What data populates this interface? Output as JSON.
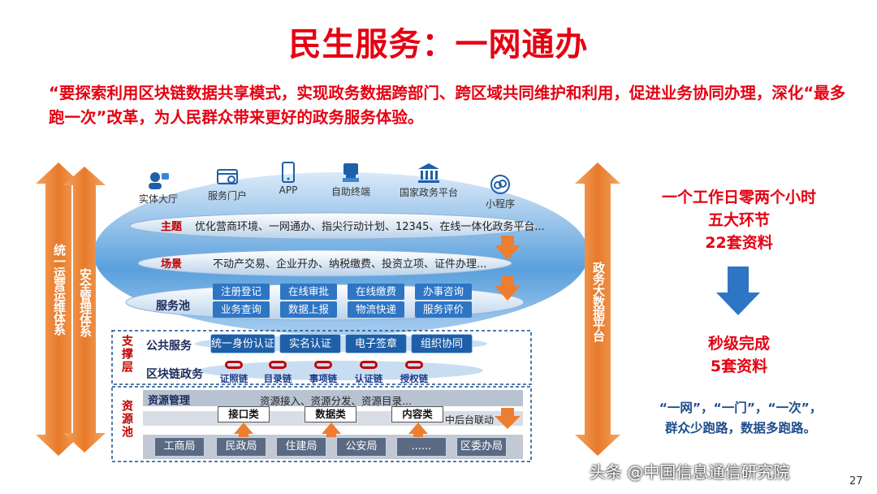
{
  "title": "民生服务：一网通办",
  "quote": "“要探索利用区块链数据共享模式，实现政务数据跨部门、跨区域共同维护和利用，促进业务协同办理，深化“最多跑一次”改革，为人民群众带来更好的政务服务体验。",
  "left_arrows": {
    "ops": "统一运营运维体系",
    "security": "安全管理体系"
  },
  "right_arrow": "政务大数据平台",
  "channels": [
    "实体大厅",
    "服务门户",
    "APP",
    "自助终端",
    "国家政务平台",
    "小程序"
  ],
  "layers": {
    "theme": {
      "label": "主题",
      "text": "优化营商环境、一网通办、指尖行动计划、12345、在线一体化政务平台..."
    },
    "scene": {
      "label": "场景",
      "text": "不动产交易、企业开办、纳税缴费、投资立项、证件办理..."
    },
    "service_pool": {
      "label": "服务池",
      "items": [
        "注册登记",
        "在线审批",
        "在线缴费",
        "办事咨询",
        "业务查询",
        "数据上报",
        "物流快递",
        "服务评价"
      ]
    }
  },
  "support": {
    "label": "支撑层",
    "public": {
      "label": "公共服务",
      "items": [
        "统一身份认证",
        "实名认证",
        "电子签章",
        "组织协同"
      ]
    },
    "blockchain": {
      "label": "区块链政务",
      "items": [
        "证照链",
        "目录链",
        "事项链",
        "认证链",
        "授权链"
      ]
    }
  },
  "resource": {
    "label": "资源池",
    "mgmt_label": "资源管理",
    "mgmt_text": "资源接入、资源分发、资源目录...",
    "types": [
      "接口类",
      "数据类",
      "内容类"
    ],
    "linkage": "中后台联动",
    "depts": [
      "工商局",
      "民政局",
      "住建局",
      "公安局",
      "......",
      "区委办局"
    ]
  },
  "right": {
    "before1": "一个工作日零两个小时",
    "before2": "五大环节",
    "before3": "22套资料",
    "after1": "秒级完成",
    "after2": "5套资料",
    "slogan1": "“一网”，“一门”，“一次”，",
    "slogan2": "群众少跑路，数据多跑路。"
  },
  "watermark": "头条 @中国信息通信研究院",
  "page_number": "27",
  "colors": {
    "red": "#e60012",
    "blue": "#2e75c4",
    "orange": "#ed7d31",
    "navy": "#1f4e8c"
  }
}
